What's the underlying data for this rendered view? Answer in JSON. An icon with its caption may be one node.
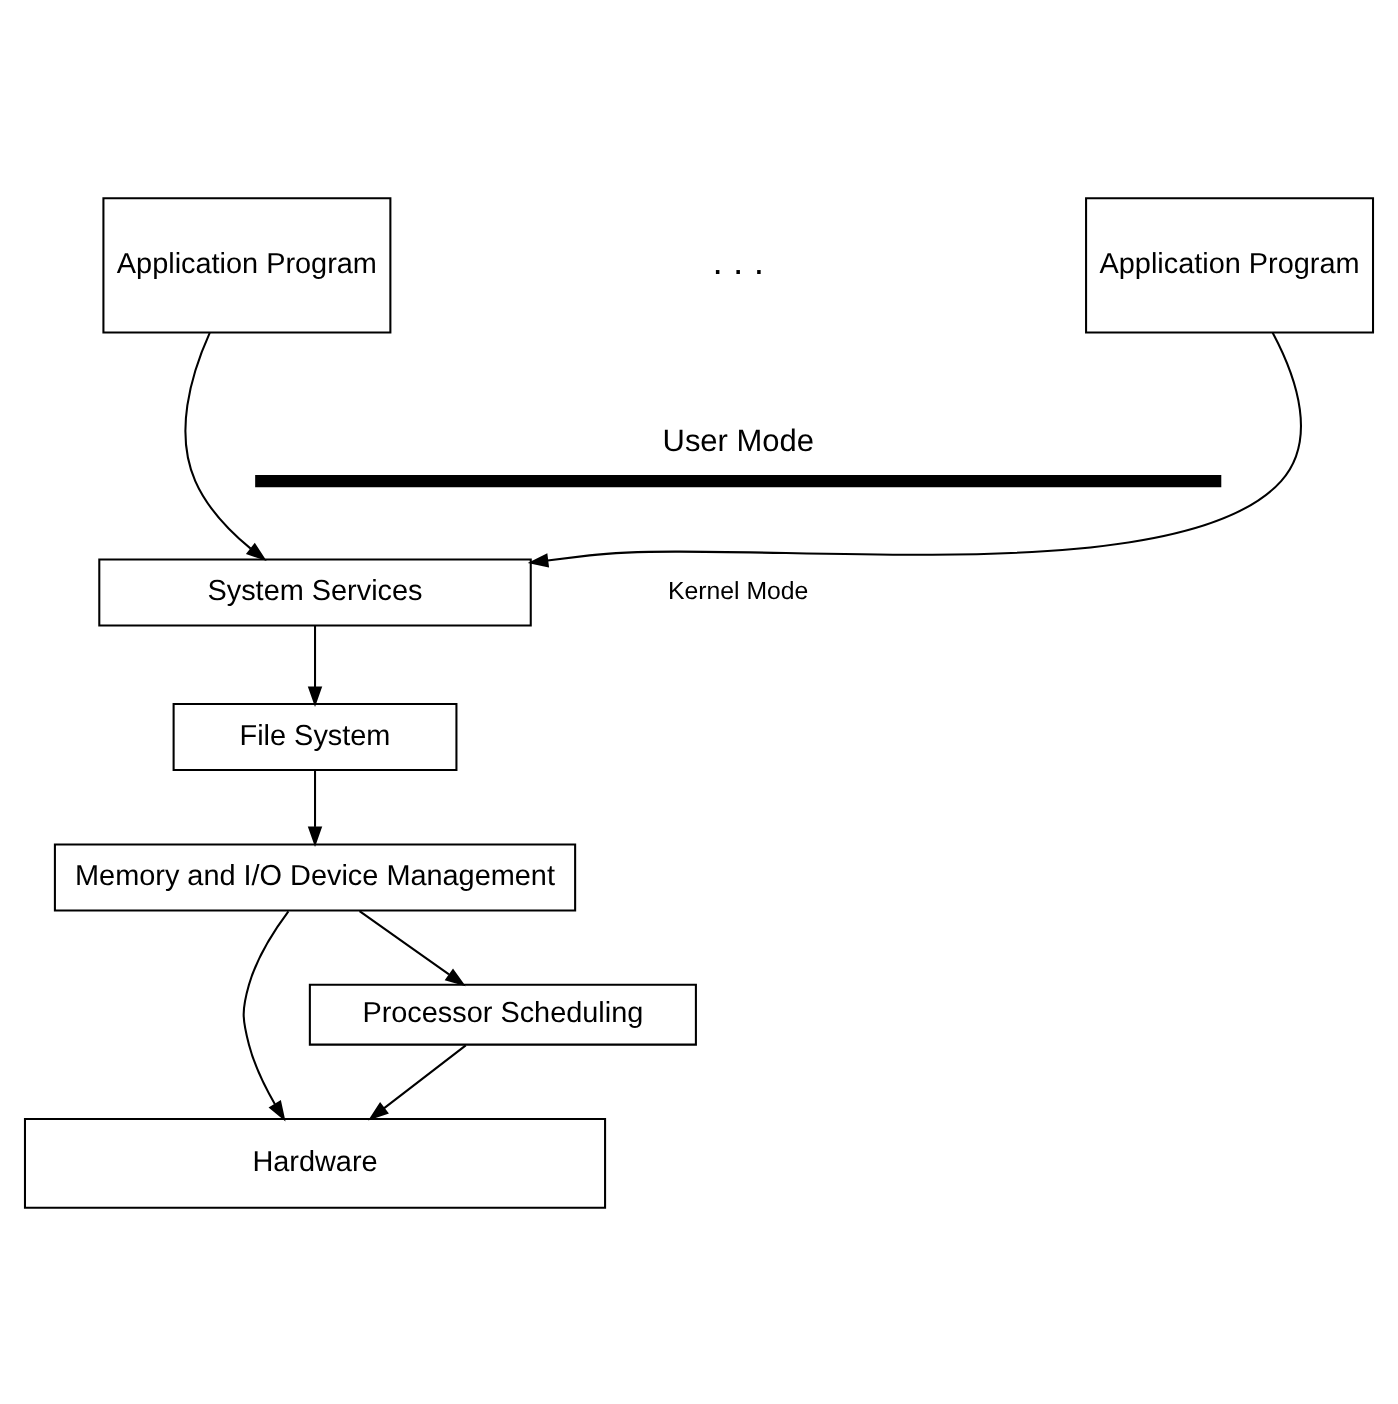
{
  "diagram": {
    "nodes": [
      {
        "text": [
          "Application Program"
        ]
      },
      {
        "text": [
          "Application Program"
        ]
      },
      {
        "text": [
          "System Services"
        ]
      },
      {
        "text": [
          "File System"
        ]
      },
      {
        "text": [
          "Memory and I/O Device Management"
        ]
      },
      {
        "text": [
          "Processor Scheduling"
        ]
      },
      {
        "text": [
          "Hardware"
        ]
      }
    ],
    "edges": [
      {
        "from": 0,
        "to": 2,
        "arrow": "to"
      },
      {
        "from": 1,
        "to": 2,
        "arrow": "to"
      },
      {
        "from": 2,
        "to": 3,
        "arrow": "to"
      },
      {
        "from": 3,
        "to": 4,
        "arrow": "to"
      },
      {
        "from": 4,
        "to": 5,
        "arrow": "to"
      },
      {
        "from": 5,
        "to": 6,
        "arrow": "to"
      },
      {
        "from": 4,
        "to": 6,
        "arrow": "to"
      }
    ],
    "labels": [
      ". . .",
      "User Mode",
      "Kernel Mode"
    ]
  }
}
